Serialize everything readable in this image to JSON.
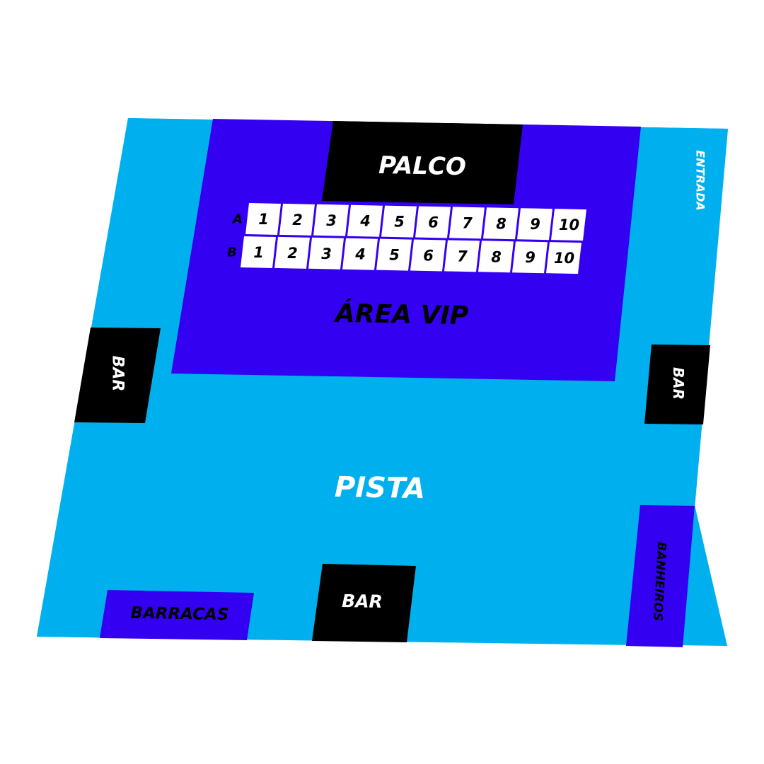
{
  "colors": {
    "background": "#ffffff",
    "venue": "#00b0ee",
    "vip_area": "#3300f2",
    "dark_block": "#000000",
    "seat": "#ffffff",
    "text_light": "#ffffff",
    "text_dark": "#000000"
  },
  "labels": {
    "stage": "PALCO",
    "vip": "ÁREA VIP",
    "floor": "PISTA",
    "entrance": "ENTRADA",
    "bar_left": "BAR",
    "bar_right": "BAR",
    "bar_bottom": "BAR",
    "tents": "BARRACAS",
    "restrooms": "BANHEIROS"
  },
  "seating": {
    "rows": [
      {
        "label": "A",
        "seats": [
          "1",
          "2",
          "3",
          "4",
          "5",
          "6",
          "7",
          "8",
          "9",
          "10"
        ]
      },
      {
        "label": "B",
        "seats": [
          "1",
          "2",
          "3",
          "4",
          "5",
          "6",
          "7",
          "8",
          "9",
          "10"
        ]
      }
    ]
  }
}
